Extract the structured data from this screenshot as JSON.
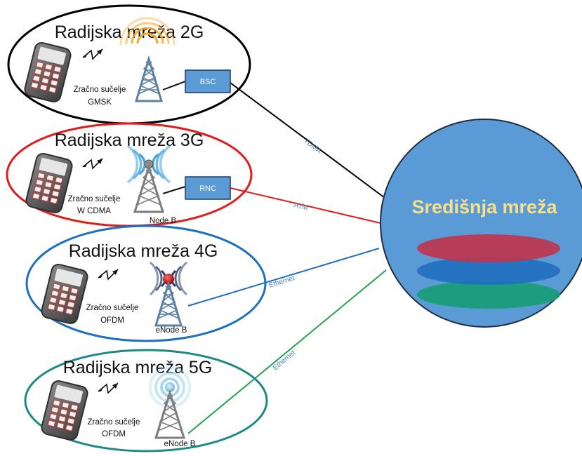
{
  "networks": [
    {
      "title": "Radijska mreža 2G",
      "air_interface": "Zračno sučelje",
      "modulation": "GMSK",
      "node_label": "",
      "controller": "BSC",
      "link_label": "TDMA",
      "color": "#000000"
    },
    {
      "title": "Radijska mreža 3G",
      "air_interface": "Zračno sučelje",
      "modulation": "W CDMA",
      "node_label": "Node B",
      "controller": "RNC",
      "link_label": "ATM",
      "color": "#e01b1b"
    },
    {
      "title": "Radijska mreža 4G",
      "air_interface": "Zračno sučelje",
      "modulation": "OFDM",
      "node_label": "eNode B",
      "controller": "",
      "link_label": "Ethernet",
      "color": "#1f6fbf"
    },
    {
      "title": "Radijska mreža 5G",
      "air_interface": "Zračno sučelje",
      "modulation": "OFDM",
      "node_label": "eNode B",
      "controller": "",
      "link_label": "Ethernet",
      "color": "#1a8a86"
    }
  ],
  "core": {
    "title": "Središnja mreža",
    "fill": "#5b9bd5"
  },
  "colors": {
    "link_text": "#4a7fb8",
    "box_fill": "#5b9bd5",
    "box_stroke": "#1f3b66",
    "tower": "#5d7fa6",
    "phone": "#555555",
    "ring_2g": "#f5a623",
    "ring_3g": "#4da6dd",
    "ring_5g": "#9fd3ea",
    "red_tip": "#c0171c"
  }
}
